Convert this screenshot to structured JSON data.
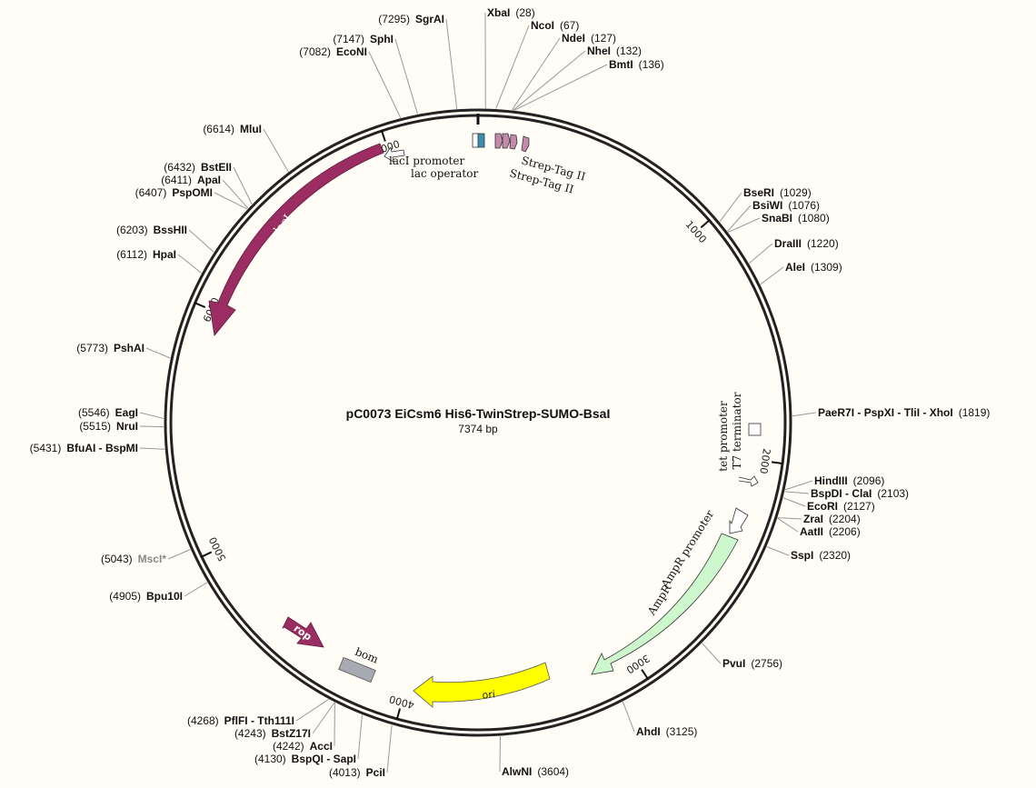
{
  "plasmid": {
    "name": "pC0073 EiCsm6 His6-TwinStrep-SUMO-BsaI",
    "length_label": "7374 bp",
    "length": 7374
  },
  "ticks": [
    {
      "pos": 1000,
      "label": "1000"
    },
    {
      "pos": 2000,
      "label": "2000"
    },
    {
      "pos": 3000,
      "label": "3000"
    },
    {
      "pos": 4000,
      "label": "4000"
    },
    {
      "pos": 5000,
      "label": "5000"
    },
    {
      "pos": 6000,
      "label": "6000"
    },
    {
      "pos": 7000,
      "label": "7000"
    }
  ],
  "sites": [
    {
      "name": "XbaI",
      "pos": "(28)",
      "bp": 28,
      "side": "right"
    },
    {
      "name": "NcoI",
      "pos": "(67)",
      "bp": 67,
      "side": "right"
    },
    {
      "name": "NdeI",
      "pos": "(127)",
      "bp": 127,
      "side": "right"
    },
    {
      "name": "NheI",
      "pos": "(132)",
      "bp": 132,
      "side": "right"
    },
    {
      "name": "BmtI",
      "pos": "(136)",
      "bp": 136,
      "side": "right"
    },
    {
      "name": "BseRI",
      "pos": "(1029)",
      "bp": 1029,
      "side": "right"
    },
    {
      "name": "BsiWI",
      "pos": "(1076)",
      "bp": 1076,
      "side": "right"
    },
    {
      "name": "SnaBI",
      "pos": "(1080)",
      "bp": 1080,
      "side": "right"
    },
    {
      "name": "DraIII",
      "pos": "(1220)",
      "bp": 1220,
      "side": "right"
    },
    {
      "name": "AleI",
      "pos": "(1309)",
      "bp": 1309,
      "side": "right"
    },
    {
      "name": "PaeR7I - PspXI - TliI - XhoI",
      "pos": "(1819)",
      "bp": 1819,
      "side": "right"
    },
    {
      "name": "HindIII",
      "pos": "(2096)",
      "bp": 2096,
      "side": "right"
    },
    {
      "name": "BspDI - ClaI",
      "pos": "(2103)",
      "bp": 2103,
      "side": "right"
    },
    {
      "name": "EcoRI",
      "pos": "(2127)",
      "bp": 2127,
      "side": "right"
    },
    {
      "name": "ZraI",
      "pos": "(2204)",
      "bp": 2204,
      "side": "right"
    },
    {
      "name": "AatII",
      "pos": "(2206)",
      "bp": 2206,
      "side": "right"
    },
    {
      "name": "SspI",
      "pos": "(2320)",
      "bp": 2320,
      "side": "right"
    },
    {
      "name": "PvuI",
      "pos": "(2756)",
      "bp": 2756,
      "side": "right"
    },
    {
      "name": "AhdI",
      "pos": "(3125)",
      "bp": 3125,
      "side": "right"
    },
    {
      "name": "AlwNI",
      "pos": "(3604)",
      "bp": 3604,
      "side": "right"
    },
    {
      "name": "PciI",
      "pos": "(4013)",
      "bp": 4013,
      "side": "left"
    },
    {
      "name": "BspQI - SapI",
      "pos": "(4130)",
      "bp": 4130,
      "side": "left"
    },
    {
      "name": "AccI",
      "pos": "(4242)",
      "bp": 4242,
      "side": "left"
    },
    {
      "name": "BstZ17I",
      "pos": "(4243)",
      "bp": 4243,
      "side": "left"
    },
    {
      "name": "PflFI - Tth111I",
      "pos": "(4268)",
      "bp": 4268,
      "side": "left"
    },
    {
      "name": "Bpu10I",
      "pos": "(4905)",
      "bp": 4905,
      "side": "left"
    },
    {
      "name": "MscI*",
      "pos": "(5043)",
      "bp": 5043,
      "side": "left",
      "dim": true
    },
    {
      "name": "BfuAI - BspMI",
      "pos": "(5431)",
      "bp": 5431,
      "side": "left"
    },
    {
      "name": "NruI",
      "pos": "(5515)",
      "bp": 5515,
      "side": "left"
    },
    {
      "name": "EagI",
      "pos": "(5546)",
      "bp": 5546,
      "side": "left"
    },
    {
      "name": "PshAI",
      "pos": "(5773)",
      "bp": 5773,
      "side": "left"
    },
    {
      "name": "HpaI",
      "pos": "(6112)",
      "bp": 6112,
      "side": "left"
    },
    {
      "name": "BssHII",
      "pos": "(6203)",
      "bp": 6203,
      "side": "left"
    },
    {
      "name": "PspOMI",
      "pos": "(6407)",
      "bp": 6407,
      "side": "left"
    },
    {
      "name": "ApaI",
      "pos": "(6411)",
      "bp": 6411,
      "side": "left"
    },
    {
      "name": "BstEII",
      "pos": "(6432)",
      "bp": 6432,
      "side": "left"
    },
    {
      "name": "MluI",
      "pos": "(6614)",
      "bp": 6614,
      "side": "left"
    },
    {
      "name": "EcoNI",
      "pos": "(7082)",
      "bp": 7082,
      "side": "left"
    },
    {
      "name": "SphI",
      "pos": "(7147)",
      "bp": 7147,
      "side": "left"
    },
    {
      "name": "SgrAI",
      "pos": "(7295)",
      "bp": 7295,
      "side": "left"
    }
  ],
  "features": [
    {
      "name": "lacI",
      "label": "lacI",
      "color": "#9b2d62",
      "kind": "arrow"
    },
    {
      "name": "rop",
      "label": "rop",
      "color": "#9b2d62",
      "kind": "arrow"
    },
    {
      "name": "AmpR",
      "label": "AmpR",
      "color": "#cdf7cd",
      "kind": "arrow"
    },
    {
      "name": "ori",
      "label": "ori",
      "color": "#ffff00",
      "kind": "arrow"
    },
    {
      "name": "bom",
      "label": "bom",
      "color": "#a7aab0",
      "kind": "box"
    },
    {
      "name": "lacI promoter",
      "label": "lacI promoter",
      "color": "#ffffff",
      "kind": "promoter"
    },
    {
      "name": "lac operator",
      "label": "lac operator",
      "color": "#3a8fb0",
      "kind": "box"
    },
    {
      "name": "Strep-Tag II (1)",
      "label": "Strep-Tag II",
      "color": "#c48aa9",
      "kind": "tag"
    },
    {
      "name": "Strep-Tag II (2)",
      "label": "Strep-Tag II",
      "color": "#c48aa9",
      "kind": "tag"
    },
    {
      "name": "tet promoter",
      "label": "tet promoter",
      "color": "#ffffff",
      "kind": "promoter"
    },
    {
      "name": "T7 terminator",
      "label": "T7 terminator",
      "color": "#ffffff",
      "kind": "terminator"
    },
    {
      "name": "AmpR promoter",
      "label": "AmpR promoter",
      "color": "#ffffff",
      "kind": "promoter"
    }
  ]
}
